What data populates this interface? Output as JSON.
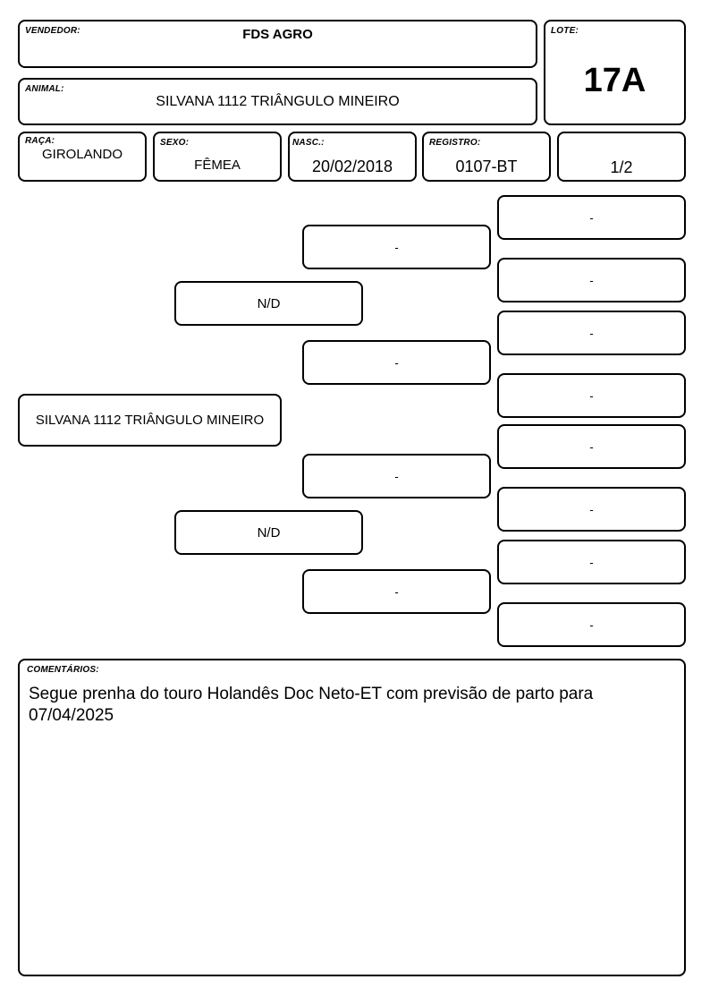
{
  "header": {
    "seller_label": "VENDEDOR:",
    "seller": "FDS AGRO",
    "lot_label": "LOTE:",
    "lot": "17A",
    "animal_label": "ANIMAL:",
    "animal": "SILVANA 1112 TRIÂNGULO MINEIRO"
  },
  "details": {
    "breed_label": "RAÇA:",
    "breed": "GIROLANDO",
    "sex_label": "SEXO:",
    "sex": "FÊMEA",
    "birth_label": "NASC.:",
    "birth": "20/02/2018",
    "registry_label": "REGISTRO:",
    "registry": "0107-BT",
    "fraction": "1/2"
  },
  "pedigree": {
    "animal": "SILVANA 1112 TRIÂNGULO MINEIRO",
    "sire": "N/D",
    "dam": "N/D",
    "grandparents": [
      "-",
      "-",
      "-",
      "-"
    ],
    "great_grandparents": [
      "-",
      "-",
      "-",
      "-",
      "-",
      "-",
      "-",
      "-"
    ]
  },
  "comments": {
    "label": "COMENTÁRIOS:",
    "text": "Segue prenha do touro Holandês Doc Neto-ET com previsão de parto para 07/04/2025"
  }
}
